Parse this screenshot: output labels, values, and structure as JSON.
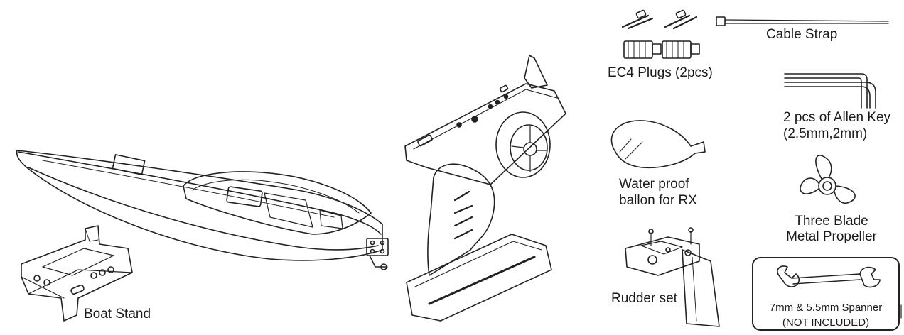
{
  "labels": {
    "ec4_plugs": "EC4 Plugs (2pcs)",
    "cable_strap": "Cable Strap",
    "allen_key_line1": "2 pcs of Allen Key",
    "allen_key_line2": "(2.5mm,2mm)",
    "balloon_line1": "Water proof",
    "balloon_line2": "ballon for RX",
    "propeller_line1": "Three Blade",
    "propeller_line2": "Metal Propeller",
    "rudder_set": "Rudder set",
    "spanner_line1": "7mm & 5.5mm Spanner",
    "spanner_line2": "(NOT INCLUDED)",
    "boat_stand": "Boat Stand"
  },
  "icons": [
    "boat-hull",
    "boat-stand",
    "transmitter",
    "ec4-plug",
    "cable-strap",
    "allen-key",
    "balloon",
    "propeller",
    "rudder",
    "spanner"
  ]
}
